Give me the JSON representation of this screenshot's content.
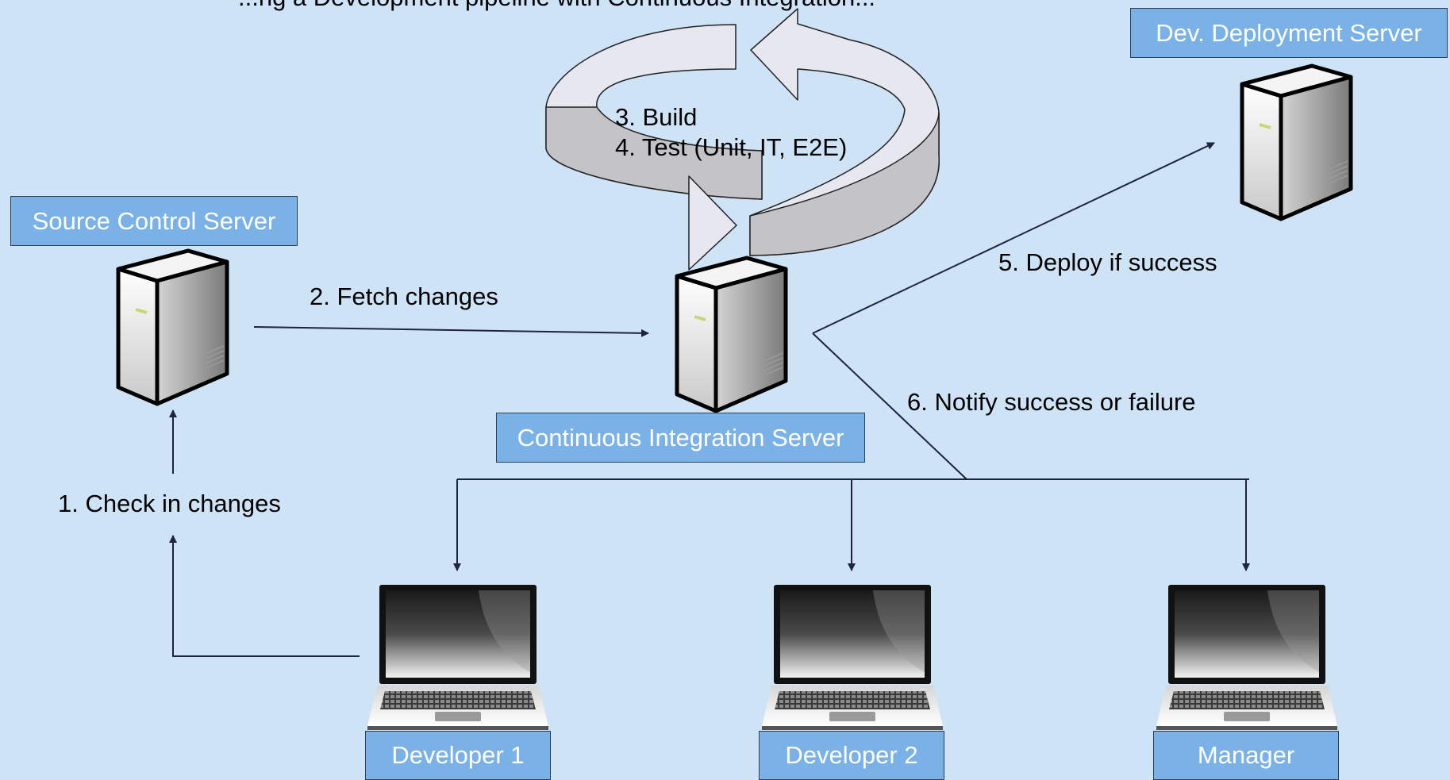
{
  "title": "...ng a Development pipeline with Continuous Integration...",
  "nodes": {
    "source_control": "Source Control Server",
    "ci_server": "Continuous Integration Server",
    "dev_deploy": "Dev. Deployment Server",
    "developer1": "Developer 1",
    "developer2": "Developer 2",
    "manager": "Manager"
  },
  "steps": {
    "check_in": "1. Check in changes",
    "fetch": "2. Fetch changes",
    "build": "3. Build",
    "test": "4. Test (Unit, IT, E2E)",
    "deploy": "5. Deploy if success",
    "notify": "6. Notify success or failure"
  },
  "colors": {
    "background": "#cfe3f7",
    "box_fill": "#7ab2e7",
    "box_border": "#2c3f55",
    "line": "#1e2440"
  },
  "icons": [
    "server-icon",
    "laptop-icon",
    "cycle-arrow-icon"
  ]
}
